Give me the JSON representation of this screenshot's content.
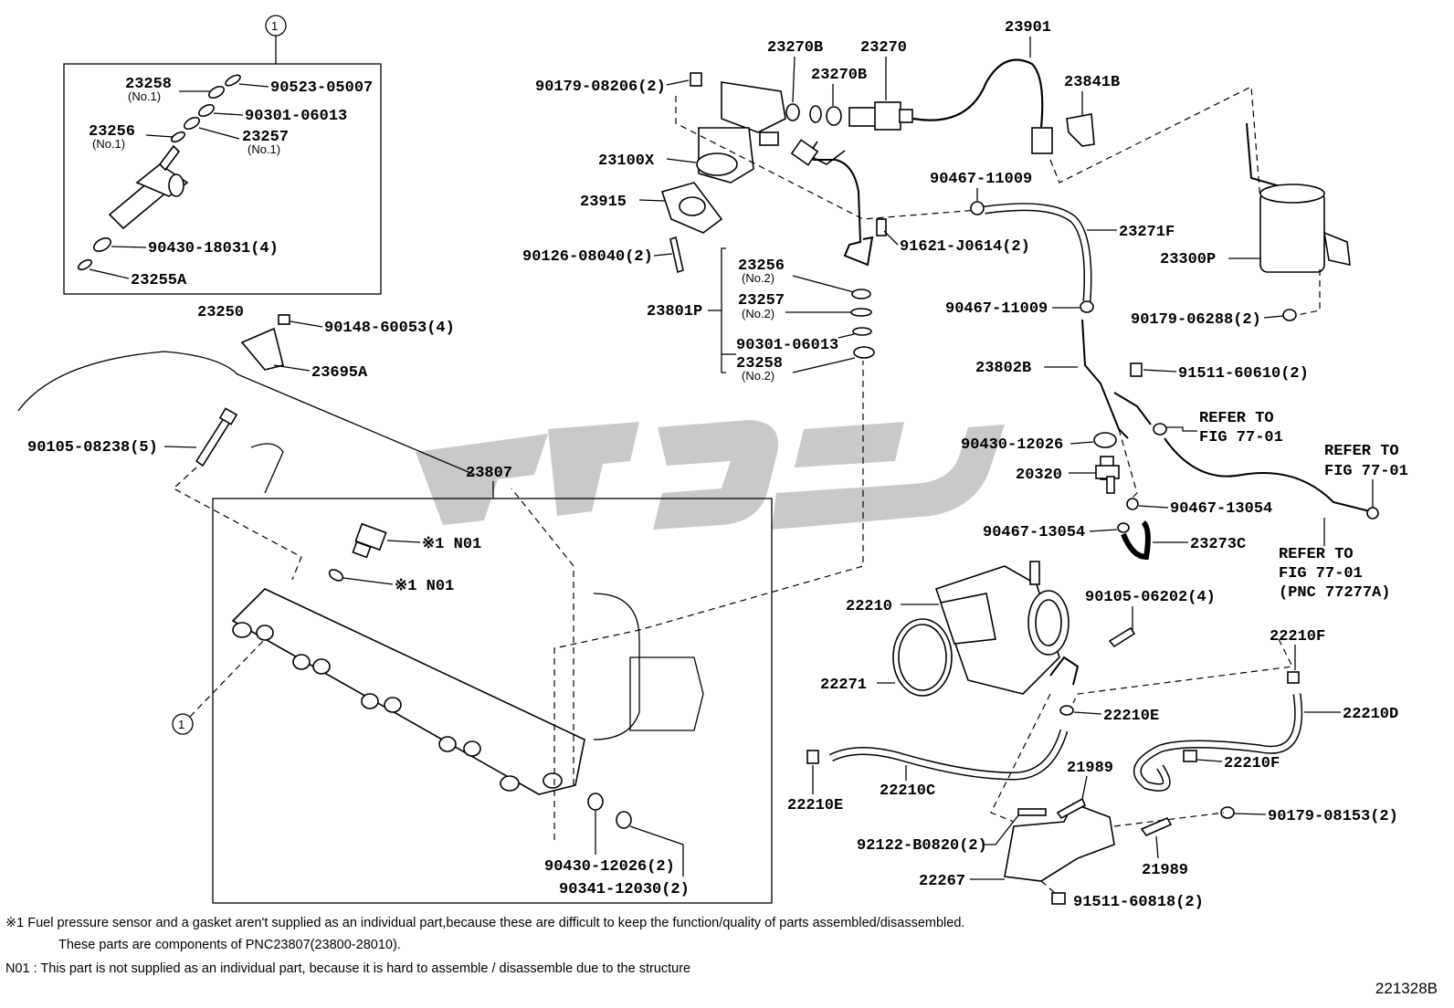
{
  "labels": {
    "circle_ref": "1",
    "p23258": "23258",
    "p23258_no1": "(No.1)",
    "p90523": "90523-05007",
    "p90301a": "90301-06013",
    "p23256": "23256",
    "p23256_no1": "(No.1)",
    "p23257": "23257",
    "p23257_no1": "(No.1)",
    "p90430a": "90430-18031(4)",
    "p23255A": "23255A",
    "p23250": "23250",
    "p90148": "90148-60053(4)",
    "p23695A": "23695A",
    "p90105a": "90105-08238(5)",
    "p23807": "23807",
    "p_n01a": "※1 N01",
    "p_n01b": "※1 N01",
    "p90430b": "90430-12026(2)",
    "p90341": "90341-12030(2)",
    "p90179a": "90179-08206(2)",
    "p23270B1": "23270B",
    "p23270": "23270",
    "p23270B2": "23270B",
    "p23901": "23901",
    "p23841B": "23841B",
    "p23100X": "23100X",
    "p23915": "23915",
    "p90126": "90126-08040(2)",
    "p23256b": "23256",
    "p23256_no2": "(No.2)",
    "p23801P": "23801P",
    "p23257b": "23257",
    "p23257_no2": "(No.2)",
    "p90301b": "90301-06013",
    "p23258b": "23258",
    "p23258_no2": "(No.2)",
    "p91621": "91621-J0614(2)",
    "p90467a": "90467-11009",
    "p23271F": "23271F",
    "p23300P": "23300P",
    "p90467b": "90467-11009",
    "p90179b": "90179-06288(2)",
    "p23802B": "23802B",
    "p91511a": "91511-60610(2)",
    "p90430c": "90430-12026",
    "p_ref1a": "REFER TO",
    "p_ref1b": "FIG 77-01",
    "p_ref2a": "REFER TO",
    "p_ref2b": "FIG 77-01",
    "p20320": "20320",
    "p90467c": "90467-13054",
    "p90467d": "90467-13054",
    "p23273C": "23273C",
    "p_ref3a": "REFER TO",
    "p_ref3b": "FIG 77-01",
    "p_ref3c": "(PNC 77277A)",
    "p22210": "22210",
    "p90105b": "90105-06202(4)",
    "p22210F1": "22210F",
    "p22271": "22271",
    "p22210E1": "22210E",
    "p22210D": "22210D",
    "p22210F2": "22210F",
    "p22210E2": "22210E",
    "p22210C": "22210C",
    "p21989a": "21989",
    "p90179c": "90179-08153(2)",
    "p92122": "92122-B0820(2)",
    "p21989b": "21989",
    "p22267": "22267",
    "p91511b": "91511-60818(2)"
  },
  "footnotes": {
    "note1_line1": "※1  Fuel pressure sensor and a gasket aren't supplied as an individual part,because these are difficult to keep the function/quality of parts assembled/disassembled.",
    "note1_line2": "These parts are components of PNC23807(23800-28010).",
    "note2": "N01 : This part is not supplied as an individual part, because it is hard to assemble / disassemble due to the structure"
  },
  "diagram_code": "221328B"
}
